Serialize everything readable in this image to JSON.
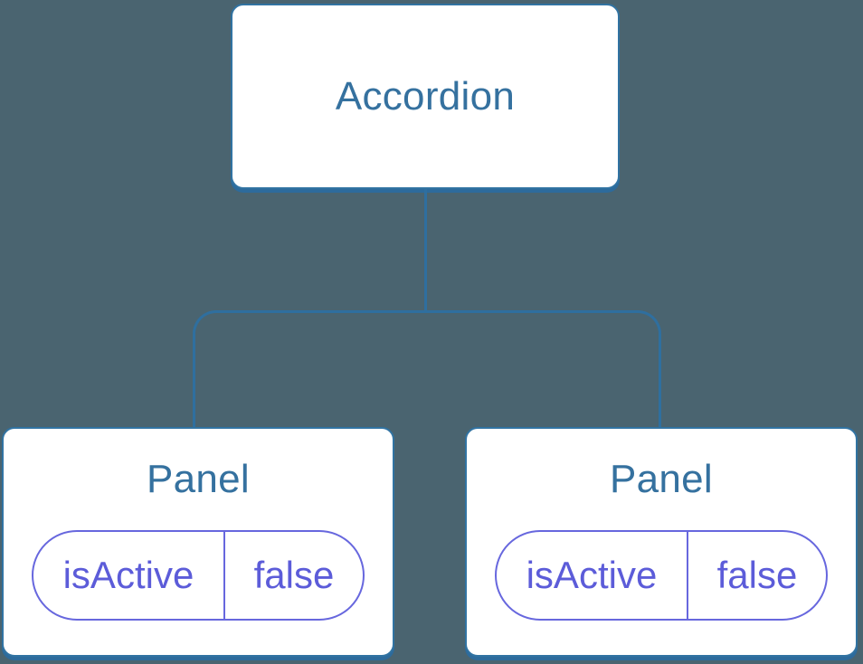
{
  "diagram": {
    "root": {
      "label": "Accordion"
    },
    "panels": [
      {
        "label": "Panel",
        "state_key": "isActive",
        "state_value": "false"
      },
      {
        "label": "Panel",
        "state_key": "isActive",
        "state_value": "false"
      }
    ]
  },
  "colors": {
    "background": "#4a6470",
    "node_fill": "#ffffff",
    "node_border_blue": "#3173a2",
    "node_text_blue": "#35719f",
    "connector_blue": "#2f6f9f",
    "state_border_purple": "#6767de",
    "state_text_purple": "#5c5cd9"
  }
}
